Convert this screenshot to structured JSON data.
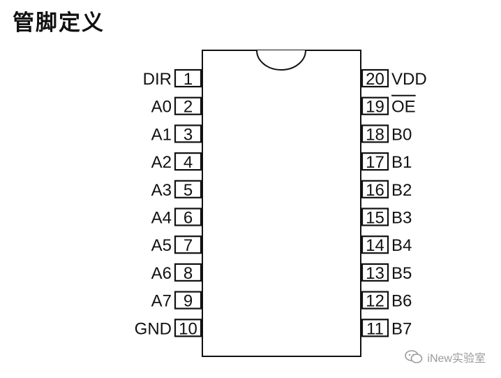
{
  "title": "管脚定义",
  "chip": {
    "left_pins": [
      {
        "number": "1",
        "label": "DIR"
      },
      {
        "number": "2",
        "label": "A0"
      },
      {
        "number": "3",
        "label": "A1"
      },
      {
        "number": "4",
        "label": "A2"
      },
      {
        "number": "5",
        "label": "A3"
      },
      {
        "number": "6",
        "label": "A4"
      },
      {
        "number": "7",
        "label": "A5"
      },
      {
        "number": "8",
        "label": "A6"
      },
      {
        "number": "9",
        "label": "A7"
      },
      {
        "number": "10",
        "label": "GND"
      }
    ],
    "right_pins": [
      {
        "number": "20",
        "label": "VDD",
        "overline": false
      },
      {
        "number": "19",
        "label": "OE",
        "overline": true
      },
      {
        "number": "18",
        "label": "B0",
        "overline": false
      },
      {
        "number": "17",
        "label": "B1",
        "overline": false
      },
      {
        "number": "16",
        "label": "B2",
        "overline": false
      },
      {
        "number": "15",
        "label": "B3",
        "overline": false
      },
      {
        "number": "14",
        "label": "B4",
        "overline": false
      },
      {
        "number": "13",
        "label": "B5",
        "overline": false
      },
      {
        "number": "12",
        "label": "B6",
        "overline": false
      },
      {
        "number": "11",
        "label": "B7",
        "overline": false
      }
    ]
  },
  "watermark": {
    "text": "iNew实验室",
    "icon": "wechat-icon"
  }
}
